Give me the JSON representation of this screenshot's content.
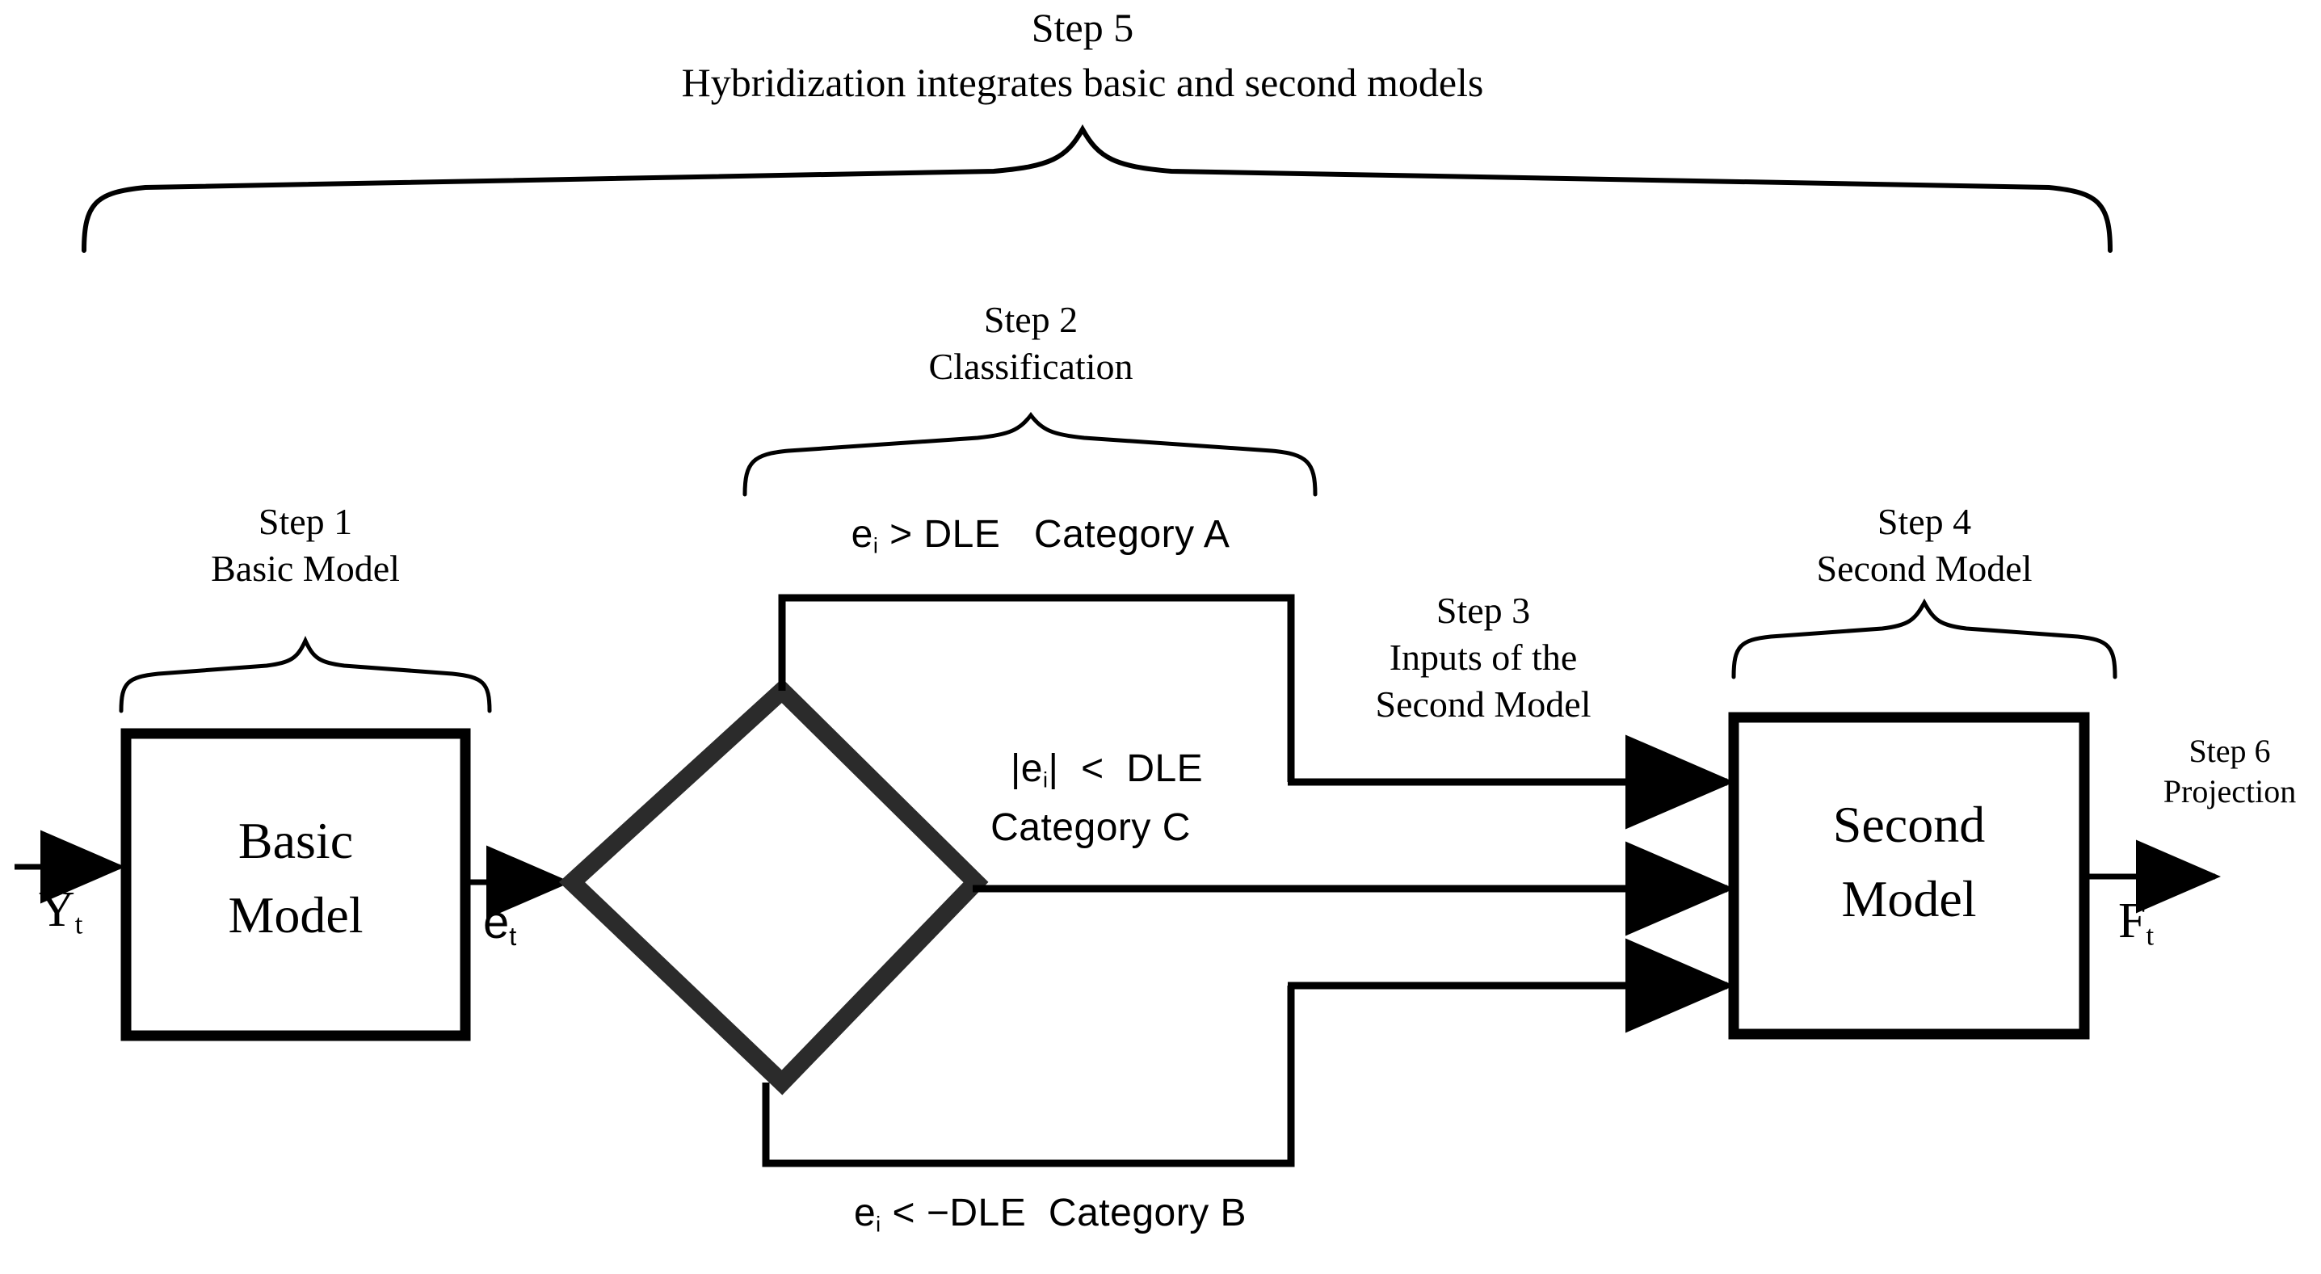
{
  "diagram": {
    "title_step5": "Step 5",
    "title_step5_desc": "Hybridization integrates basic and second models",
    "step1_label": "Step 1",
    "step1_desc": "Basic Model",
    "step2_label": "Step 2",
    "step2_desc": "Classification",
    "step3_label": "Step 3",
    "step3_desc_line1": "Inputs of the",
    "step3_desc_line2": "Second Model",
    "step4_label": "Step 4",
    "step4_desc": "Second Model",
    "step6_label": "Step 6",
    "step6_desc": "Projection",
    "basic_model_line1": "Basic",
    "basic_model_line2": "Model",
    "second_model_line1": "Second",
    "second_model_line2": "Model",
    "input_symbol": "Y",
    "input_symbol_sub": "t",
    "error_symbol": "e",
    "error_symbol_sub": "t",
    "output_symbol": "F",
    "output_symbol_sub": "t",
    "branch_a_condition": "e",
    "branch_a_condition_sub": "i",
    "branch_a_condition_rest": " > DLE   Category A",
    "branch_c_condition_pre": "|e",
    "branch_c_condition_sub": "i",
    "branch_c_condition_post": "|  <  DLE",
    "branch_c_category": "Category C",
    "branch_b_condition": "e",
    "branch_b_condition_sub": "i",
    "branch_b_condition_rest": " < −DLE  Category B",
    "colors": {
      "ink": "#000000",
      "diamond_stroke": "#2b2b2b",
      "background": "#ffffff"
    }
  }
}
